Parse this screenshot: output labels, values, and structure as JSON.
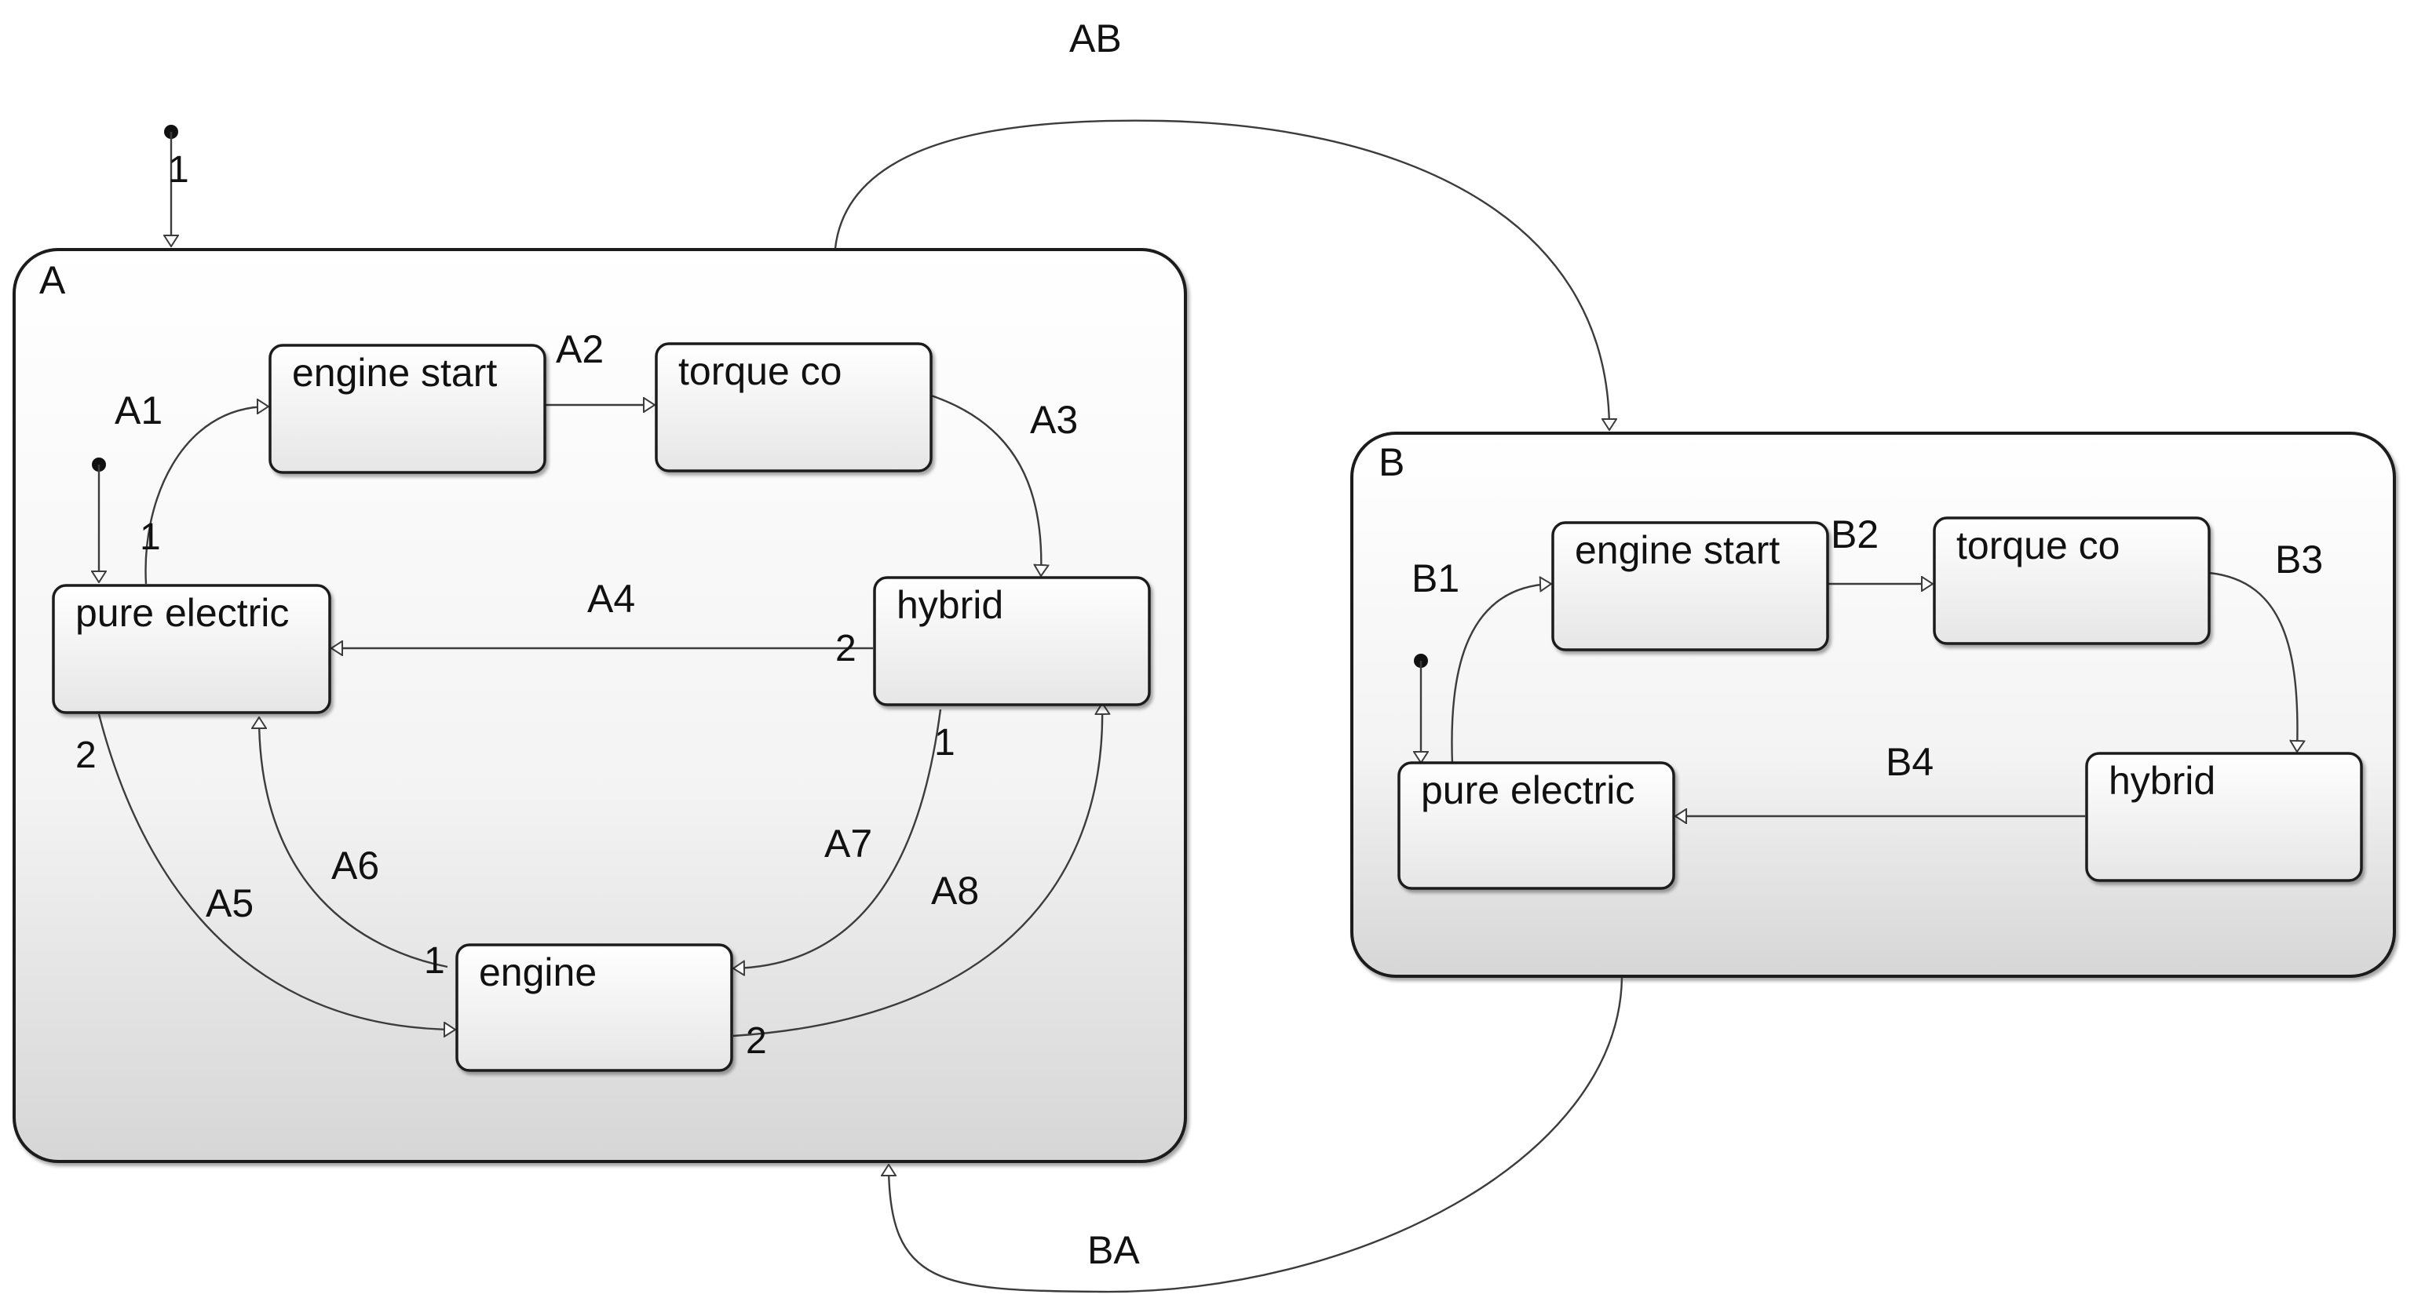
{
  "diagram": {
    "type": "stateflow-chart",
    "superstates": {
      "A": {
        "label": "A"
      },
      "B": {
        "label": "B"
      }
    },
    "states": {
      "a_engine_start": {
        "label": "engine start"
      },
      "a_torque": {
        "label": "torque co"
      },
      "a_pure_electric": {
        "label": "pure electric"
      },
      "a_hybrid": {
        "label": "hybrid"
      },
      "a_engine": {
        "label": "engine"
      },
      "b_engine_start": {
        "label": "engine start"
      },
      "b_torque": {
        "label": "torque co"
      },
      "b_pure_electric": {
        "label": "pure electric"
      },
      "b_hybrid": {
        "label": "hybrid"
      }
    },
    "transitions": {
      "AB": {
        "label": "AB",
        "from": "A",
        "to": "B"
      },
      "BA": {
        "label": "BA",
        "from": "B",
        "to": "A"
      },
      "A1": {
        "label": "A1",
        "from": "pure electric",
        "to": "engine start",
        "order": "1"
      },
      "A2": {
        "label": "A2",
        "from": "engine start",
        "to": "torque co"
      },
      "A3": {
        "label": "A3",
        "from": "torque co",
        "to": "hybrid"
      },
      "A4": {
        "label": "A4",
        "from": "hybrid",
        "to": "pure electric",
        "order": "2"
      },
      "A5": {
        "label": "A5",
        "from": "pure electric",
        "to": "engine",
        "order": "2"
      },
      "A6": {
        "label": "A6",
        "from": "engine",
        "to": "pure electric",
        "order": "1"
      },
      "A7": {
        "label": "A7",
        "from": "hybrid",
        "to": "engine",
        "order": "1"
      },
      "A8": {
        "label": "A8",
        "from": "engine",
        "to": "hybrid",
        "order": "2"
      },
      "B1": {
        "label": "B1",
        "from": "pure electric",
        "to": "engine start"
      },
      "B2": {
        "label": "B2",
        "from": "engine start",
        "to": "torque co"
      },
      "B3": {
        "label": "B3",
        "from": "torque co",
        "to": "hybrid"
      },
      "B4": {
        "label": "B4",
        "from": "hybrid",
        "to": "pure electric"
      }
    },
    "default_transitions": {
      "top": {
        "order": "1",
        "target": "A"
      },
      "in_A": {
        "target": "pure electric"
      },
      "in_B": {
        "target": "pure electric"
      }
    }
  }
}
